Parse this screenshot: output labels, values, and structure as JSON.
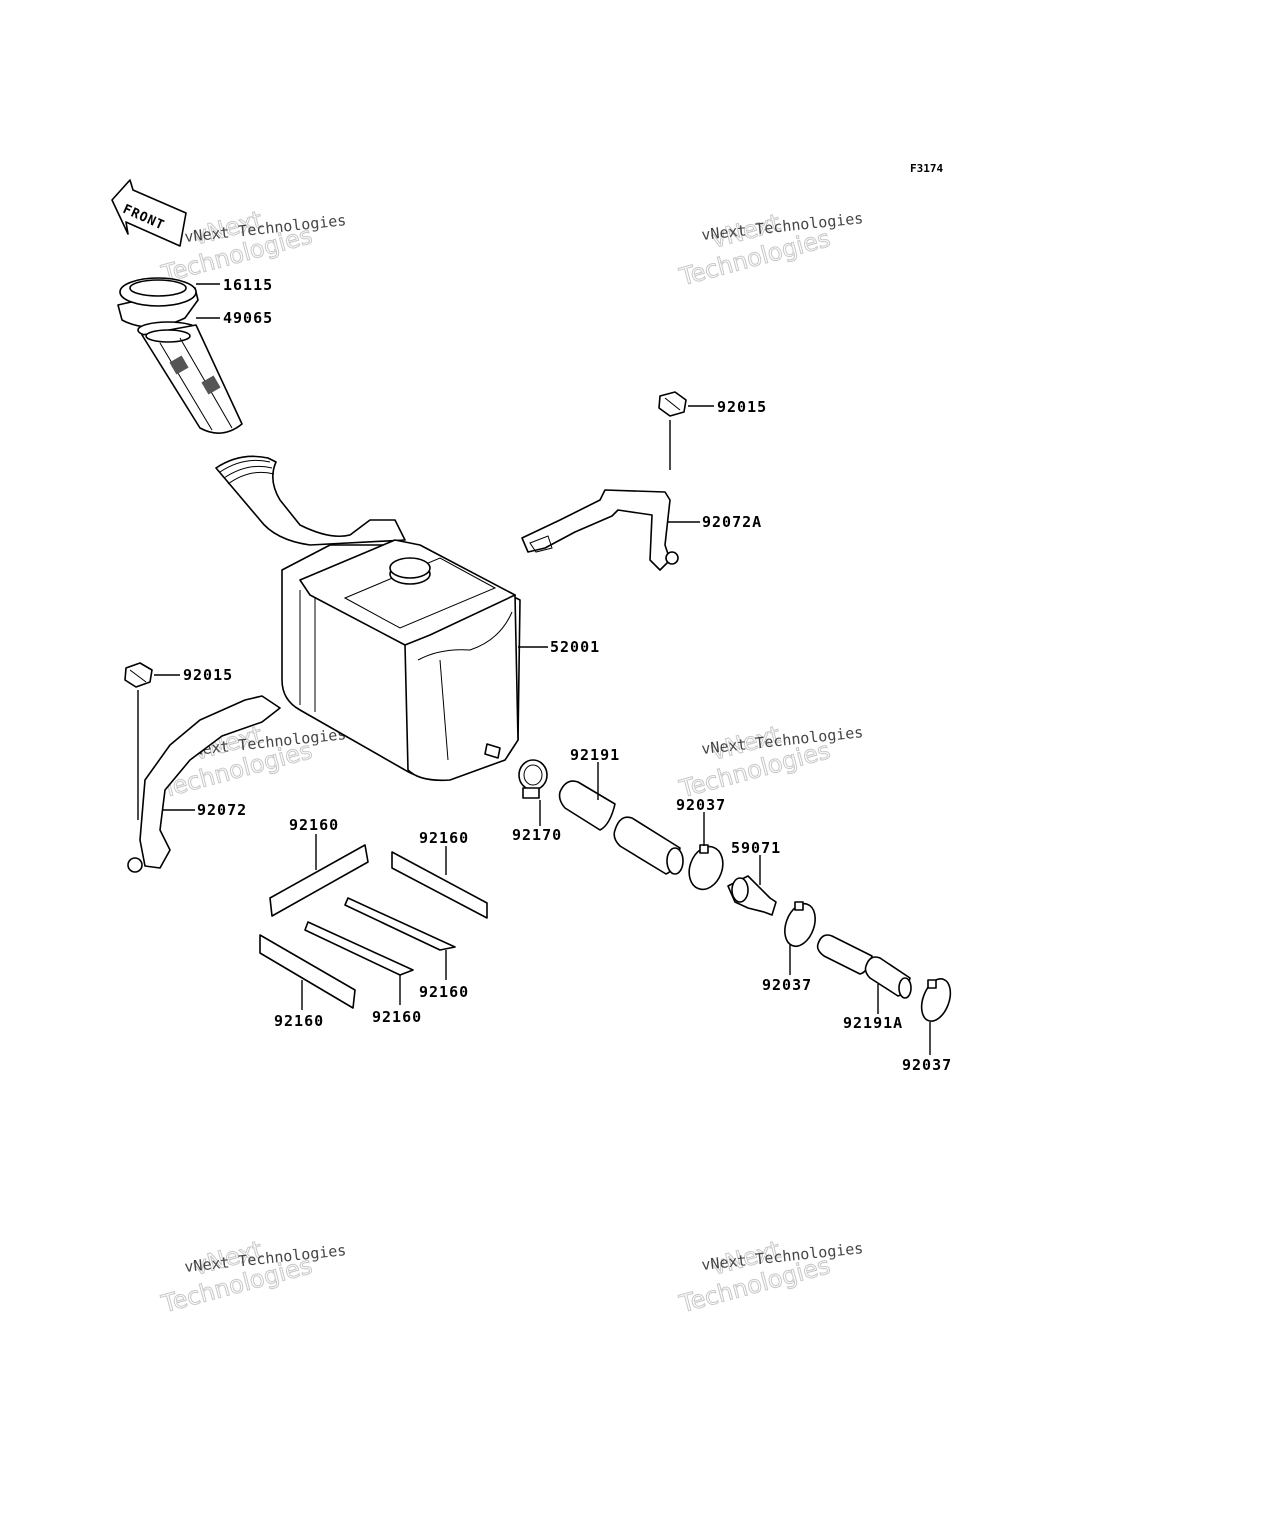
{
  "figure_code": "F3174",
  "front_label": "FRONT",
  "watermark": {
    "line1": "vNext Technologies",
    "line2": "vNext",
    "line3": "Technologies"
  },
  "parts": {
    "p16115": "16115",
    "p49065": "49065",
    "p92015_top": "92015",
    "p92072A": "92072A",
    "p52001": "52001",
    "p92015_left": "92015",
    "p92072": "92072",
    "p92191": "92191",
    "p92037_a": "92037",
    "p92170": "92170",
    "p59071": "59071",
    "p92037_b": "92037",
    "p92191A": "92191A",
    "p92037_c": "92037",
    "p92160_a": "92160",
    "p92160_b": "92160",
    "p92160_c": "92160",
    "p92160_d": "92160",
    "p92160_e": "92160"
  }
}
